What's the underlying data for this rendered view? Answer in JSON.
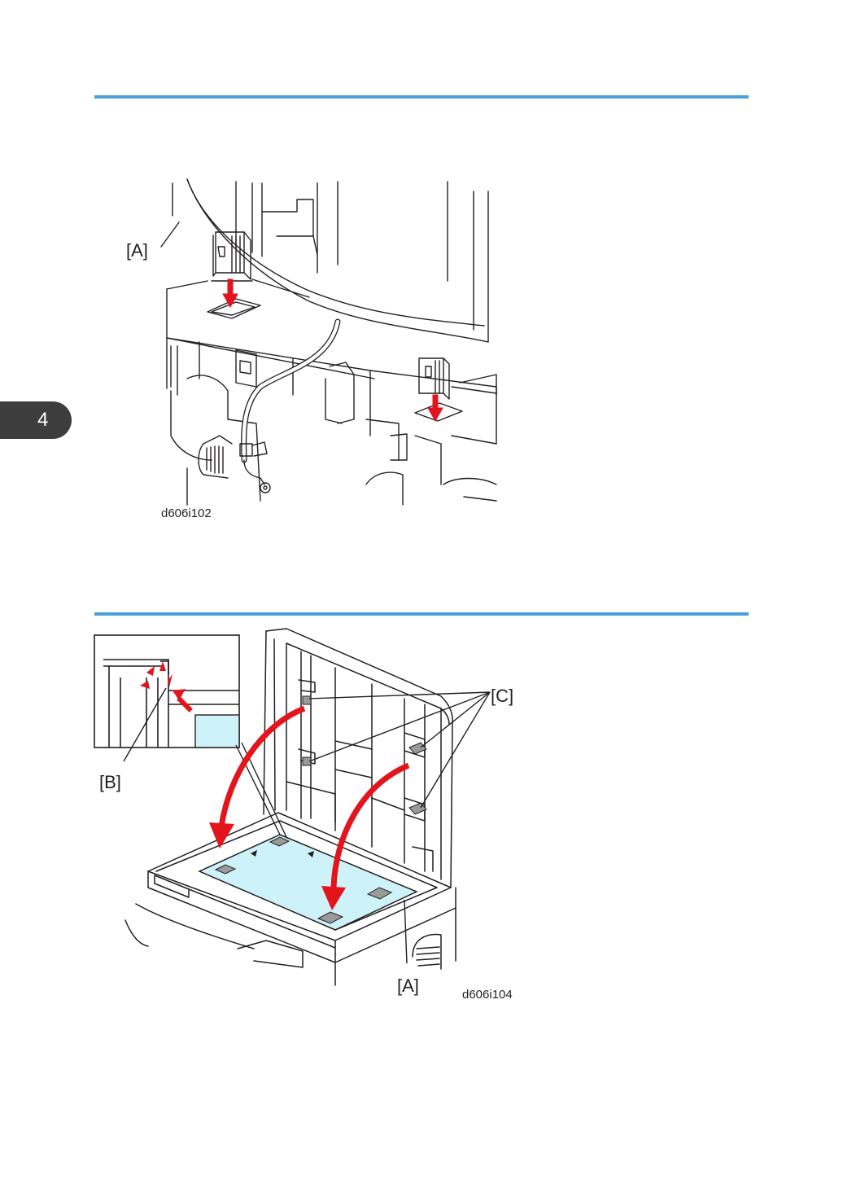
{
  "chapter_tab": {
    "number": "4"
  },
  "figure1": {
    "callout_a": "[A]",
    "figure_id": "d606i102"
  },
  "figure2": {
    "callout_a": "[A]",
    "callout_b": "[B]",
    "callout_c": "[C]",
    "figure_id": "d606i104"
  },
  "colors": {
    "rule": "#4aa0d8",
    "arrow_red": "#e3141c",
    "glass_cyan": "#cdf2f8",
    "tab_bg": "#3d3d3d"
  }
}
